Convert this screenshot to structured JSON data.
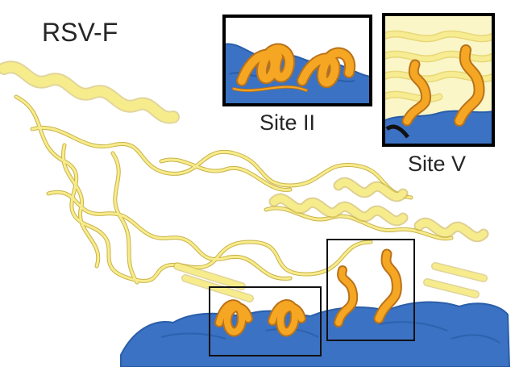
{
  "figure": {
    "title": "RSV-F",
    "insets": [
      {
        "label": "Site II"
      },
      {
        "label": "Site V"
      }
    ]
  },
  "colors": {
    "protein_ribbon": "#f7ec8c",
    "protein_ribbon_edge": "#c9b24a",
    "epitope_helix": "#f5a623",
    "epitope_edge": "#b9721a",
    "antibody_surface": "#3b72c3",
    "antibody_surface_dark": "#2a5ea8",
    "frame": "#000000"
  }
}
